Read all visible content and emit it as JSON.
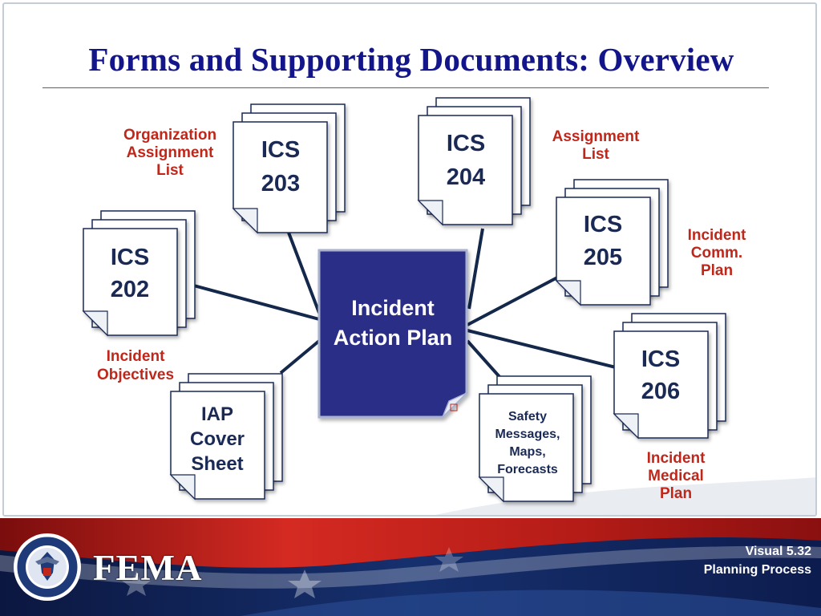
{
  "slide": {
    "title": "Forms and Supporting Documents:  Overview"
  },
  "center": {
    "line1": "Incident",
    "line2": "Action Plan"
  },
  "documents": {
    "ics203": {
      "line1": "ICS",
      "line2": "203",
      "label": [
        "Organization",
        "Assignment",
        "List"
      ]
    },
    "ics204": {
      "line1": "ICS",
      "line2": "204",
      "label": [
        "Assignment",
        "List"
      ]
    },
    "ics202": {
      "line1": "ICS",
      "line2": "202",
      "label": [
        "Incident",
        "Objectives"
      ]
    },
    "ics205": {
      "line1": "ICS",
      "line2": "205",
      "label": [
        "Incident",
        "Comm.",
        "Plan"
      ]
    },
    "ics206": {
      "line1": "ICS",
      "line2": "206",
      "label": [
        "Incident",
        "Medical",
        "Plan"
      ]
    },
    "iap": {
      "lines": [
        "IAP",
        "Cover",
        "Sheet"
      ]
    },
    "safety": {
      "lines": [
        "Safety",
        "Messages,",
        "Maps,",
        "Forecasts"
      ]
    }
  },
  "footer": {
    "brand": "FEMA",
    "visual": "Visual 5.32",
    "section": "Planning Process"
  },
  "colors": {
    "title": "#13158a",
    "accent_red": "#c0271b",
    "center_box": "#2a2f86",
    "connector": "#14284b",
    "footer_navy": "#0d1a44"
  }
}
